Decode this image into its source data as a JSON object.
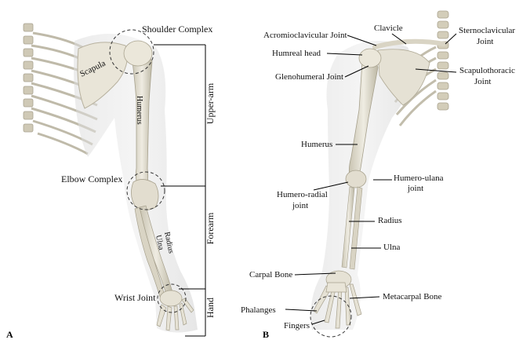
{
  "panels": [
    {
      "letter": "A",
      "labels": {
        "shoulder_complex": "Shoulder Complex",
        "scapula": "Scapula",
        "humerus": "Humerus",
        "elbow_complex": "Elbow Complex",
        "radius": "Radius",
        "ulna": "Ulna",
        "wrist_joint": "Wrist Joint"
      },
      "regions": {
        "upper_arm": "Upper-arm",
        "forearm": "Forearm",
        "hand": "Hand"
      }
    },
    {
      "letter": "B",
      "labels": {
        "clavicle": "Clavicle",
        "acromioclavicular_joint": "Acromioclavicular Joint",
        "humreal_head": "Humreal head",
        "glenohumeral_joint": "Glenohumeral Joint",
        "sternoclavicular_joint_line1": "Sternoclavicular",
        "sternoclavicular_joint_line2": "Joint",
        "scapulothoracic_joint_line1": "Scapulothoracic",
        "scapulothoracic_joint_line2": "Joint",
        "humerus": "Humerus",
        "humero_ulana_joint_line1": "Humero-ulana",
        "humero_ulana_joint_line2": "joint",
        "humero_radial_joint_line1": "Humero-radial",
        "humero_radial_joint_line2": "joint",
        "radius": "Radius",
        "ulna": "Ulna",
        "carpal_bone": "Carpal Bone",
        "metacarpal_bone": "Metacarpal Bone",
        "phalanges": "Phalanges",
        "fingers": "Fingers"
      }
    }
  ],
  "colors": {
    "bone": "#e4e0d2",
    "bone_shadow": "#b9b4a2",
    "body_silhouette": "#d6d6d6",
    "rib": "#c9c4b2"
  }
}
